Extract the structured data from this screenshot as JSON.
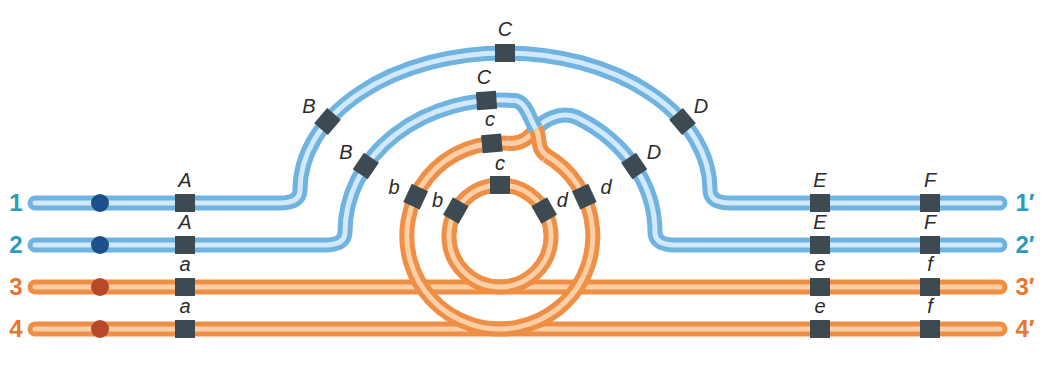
{
  "diagram": {
    "labels": [
      "C",
      "B",
      "D",
      "C",
      "B",
      "D",
      "c",
      "b",
      "d",
      "c",
      "b",
      "d",
      "1",
      "A",
      "E",
      "F",
      "1′",
      "2",
      "A",
      "E",
      "F",
      "2′",
      "3",
      "a",
      "e",
      "f",
      "3′",
      "4",
      "a",
      "e",
      "f",
      "4′"
    ]
  }
}
